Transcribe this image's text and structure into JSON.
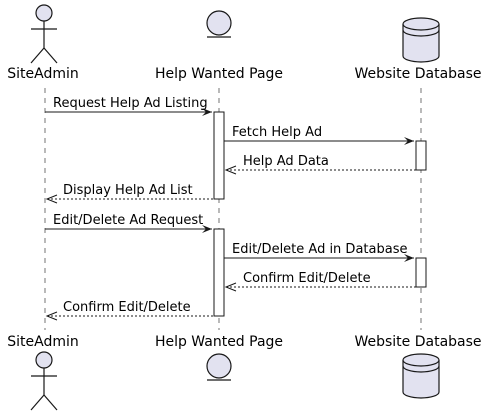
{
  "participants": [
    {
      "key": "siteadmin",
      "name": "SiteAdmin",
      "kind": "actor"
    },
    {
      "key": "helpwanted",
      "name": "Help Wanted Page",
      "kind": "entity"
    },
    {
      "key": "database",
      "name": "Website Database",
      "kind": "database"
    }
  ],
  "messages": [
    {
      "from": "siteadmin",
      "to": "helpwanted",
      "text": "Request Help Ad Listing",
      "style": "solid"
    },
    {
      "from": "helpwanted",
      "to": "database",
      "text": "Fetch Help Ad",
      "style": "solid"
    },
    {
      "from": "database",
      "to": "helpwanted",
      "text": "Help Ad Data",
      "style": "dashed"
    },
    {
      "from": "helpwanted",
      "to": "siteadmin",
      "text": "Display Help Ad List",
      "style": "dashed"
    },
    {
      "from": "siteadmin",
      "to": "helpwanted",
      "text": "Edit/Delete Ad Request",
      "style": "solid"
    },
    {
      "from": "helpwanted",
      "to": "database",
      "text": "Edit/Delete Ad in Database",
      "style": "solid"
    },
    {
      "from": "database",
      "to": "helpwanted",
      "text": "Confirm Edit/Delete",
      "style": "dashed"
    },
    {
      "from": "helpwanted",
      "to": "siteadmin",
      "text": "Confirm Edit/Delete",
      "style": "dashed"
    }
  ],
  "colors": {
    "participant_fill": "#E2E2F0",
    "participant_stroke": "#181818",
    "lifeline": "#181818",
    "arrow": "#181818"
  }
}
